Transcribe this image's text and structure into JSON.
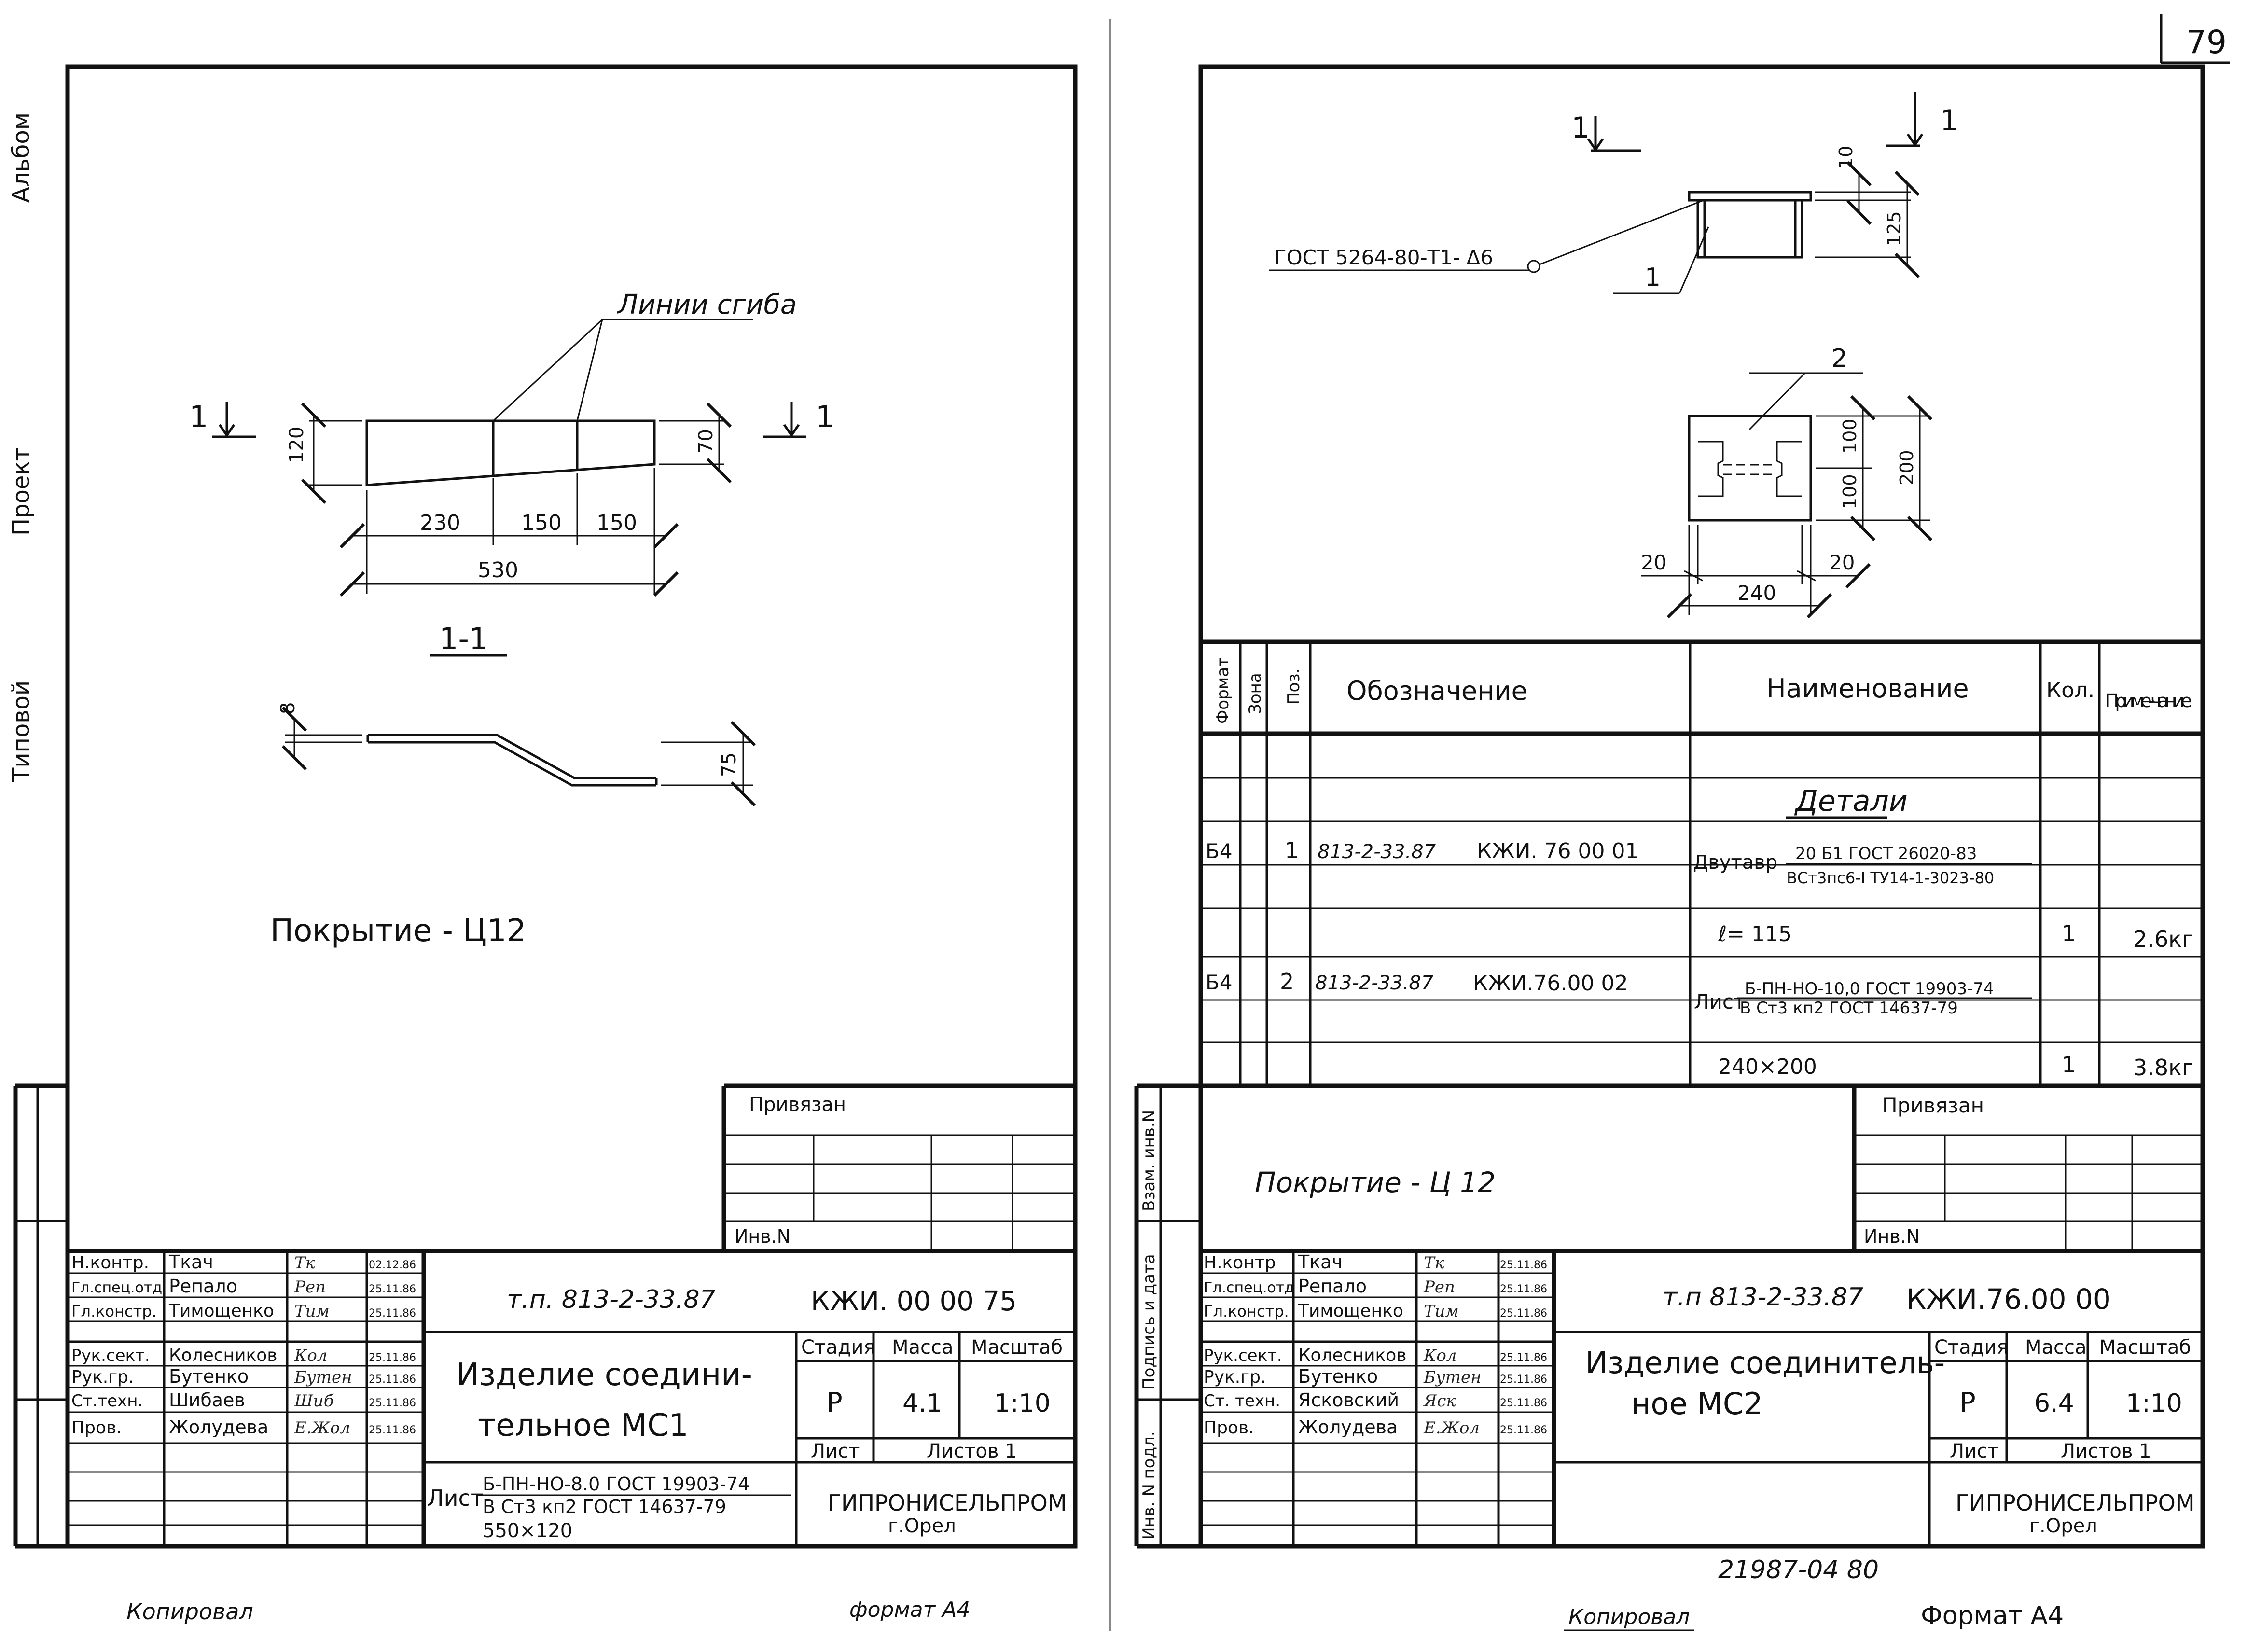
{
  "page_number": "79",
  "side_labels": [
    "Альбом",
    "Проект",
    "Типовой"
  ],
  "left_sheet": {
    "bend_lines_label": "Линии сгиба",
    "section_marks": [
      "1",
      "1"
    ],
    "dims": {
      "h_left": "120",
      "h_right": "70",
      "d1": "230",
      "d2": "150",
      "d3": "150",
      "total": "530"
    },
    "section_title": "1-1",
    "section_dims": {
      "thick": "8",
      "drop": "75"
    },
    "coating": "Покрытие  -  Ц12",
    "stamp": {
      "privyazan": "Привязан",
      "inv": "Инв.N",
      "code_prefix": "т.п. 813-2-33.87",
      "code": "КЖИ. 00 00 75",
      "title_line1": "Изделие  соедини-",
      "title_line2": "тельное   МС1",
      "stage_label": "Стадия",
      "mass_label": "Масса",
      "scale_label": "Масштаб",
      "stage": "Р",
      "mass": "4.1",
      "scale": "1:10",
      "sheet_label": "Лист",
      "sheets_label": "Листов  1",
      "material_prefix": "Лист",
      "material_top": "Б-ПН-НО-8.0 ГОСТ 19903-74",
      "material_bottom": "В Ст3 кп2 ГОСТ 14637-79",
      "size": "550×120",
      "org": "ГИПРОНИСЕЛЬПРОМ",
      "city": "г.Орел",
      "people": [
        {
          "role": "Н.контр.",
          "name": "Ткач",
          "sign": "Тк",
          "date": "02.12.86"
        },
        {
          "role": "Гл.спец.отд",
          "name": "Репало",
          "sign": "Реп",
          "date": "25.11.86"
        },
        {
          "role": "Гл.констр.",
          "name": "Тимощенко",
          "sign": "Тим",
          "date": "25.11.86"
        },
        {
          "role": "Рук.сект.",
          "name": "Колесников",
          "sign": "Кол",
          "date": "25.11.86"
        },
        {
          "role": "Рук.гр.",
          "name": "Бутенко",
          "sign": "Бутен",
          "date": "25.11.86"
        },
        {
          "role": "Ст.техн.",
          "name": "Шибаев",
          "sign": "Шиб",
          "date": "25.11.86"
        },
        {
          "role": "Пров.",
          "name": "Жолудева",
          "sign": "Е.Жол",
          "date": "25.11.86"
        }
      ]
    },
    "copied": "Копировал",
    "format": "формат  А4"
  },
  "right_sheet": {
    "section_marks": [
      "1",
      "1"
    ],
    "weld_spec": "ГОСТ 5264-80-Т1- Δ6",
    "top_dims": {
      "t": "10",
      "h": "125"
    },
    "pos_labels": [
      "1",
      "2"
    ],
    "plate_dims": {
      "a": "100",
      "b": "100",
      "total": "200",
      "edge_l": "20",
      "edge_r": "20",
      "width": "240"
    },
    "table": {
      "headers": {
        "format": "Формат",
        "zone": "Зона",
        "pos": "Поз.",
        "designation": "Обозначение",
        "name": "Наименование",
        "qty": "Кол.",
        "note": "Приме-чание"
      },
      "section": "Детали",
      "rows": [
        {
          "format": "Б4",
          "pos": "1",
          "doc": "813-2-33.87",
          "code": "КЖИ. 76 00 01",
          "name_prefix": "Двутавр",
          "name_top": "20 Б1 ГОСТ 26020-83",
          "name_bottom": "ВСт3пс6-I ТУ14-1-3023-80",
          "extra": "ℓ= 115",
          "qty": "1",
          "note": "2.6кг"
        },
        {
          "format": "Б4",
          "pos": "2",
          "doc": "813-2-33.87",
          "code": "КЖИ.76.00 02",
          "name_prefix": "Лист",
          "name_top": "Б-ПН-НО-10,0 ГОСТ 19903-74",
          "name_bottom": "В Ст3 кп2 ГОСТ 14637-79",
          "extra": "240×200",
          "qty": "1",
          "note": "3.8кг"
        }
      ]
    },
    "coating": "Покрытие  -  Ц 12",
    "side_labels": [
      "Взам. инв.N",
      "Подпись и дата",
      "Инв. N подл."
    ],
    "stamp": {
      "privyazan": "Привязан",
      "inv": "Инв.N",
      "code_prefix": "т.п 813-2-33.87",
      "code": "КЖИ.76.00 00",
      "title_line1": "Изделие  соединитель-",
      "title_line2": "ное   МС2",
      "stage_label": "Стадия",
      "mass_label": "Масса",
      "scale_label": "Масштаб",
      "stage": "Р",
      "mass": "6.4",
      "scale": "1:10",
      "sheet_label": "Лист",
      "sheets_label": "Листов 1",
      "org": "ГИПРОНИСЕЛЬПРОМ",
      "city": "г.Орел",
      "people": [
        {
          "role": "Н.контр",
          "name": "Ткач",
          "sign": "Тк",
          "date": "25.11.86"
        },
        {
          "role": "Гл.спец.отд",
          "name": "Репало",
          "sign": "Реп",
          "date": "25.11.86"
        },
        {
          "role": "Гл.констр.",
          "name": "Тимощенко",
          "sign": "Тим",
          "date": "25.11.86"
        },
        {
          "role": "Рук.сект.",
          "name": "Колесников",
          "sign": "Кол",
          "date": "25.11.86"
        },
        {
          "role": "Рук.гр.",
          "name": "Бутенко",
          "sign": "Бутен",
          "date": "25.11.86"
        },
        {
          "role": "Ст. техн.",
          "name": "Ясковский",
          "sign": "Яск",
          "date": "25.11.86"
        },
        {
          "role": "Пров.",
          "name": "Жолудева",
          "sign": "Е.Жол",
          "date": "25.11.86"
        }
      ]
    },
    "archive": "21987-04   80",
    "copied": "Копировал",
    "format": "Формат  А4"
  }
}
